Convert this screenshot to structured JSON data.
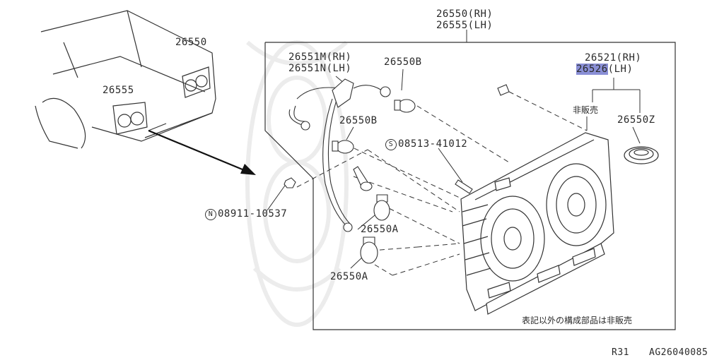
{
  "title": {
    "line1": "26550(RH)",
    "line2": "26555(LH)"
  },
  "car_labels": {
    "rh": "26550",
    "lh": "26555"
  },
  "parts": {
    "socket_rh": "26551M(RH)",
    "socket_lh": "26551N(LH)",
    "bulb_b_top": "26550B",
    "bulb_b_mid": "26550B",
    "lens_rh": "26521(RH)",
    "lens_lh_prefix": "2652",
    "lens_lh_highlight": "6",
    "lens_lh_suffix": "(LH)",
    "not_sold": "非販売",
    "packing": "26550Z",
    "screw_symbol": "S",
    "screw_number": "08513-41012",
    "nut_symbol": "N",
    "nut_number": "08911-10537",
    "bulb_a_upper": "26550A",
    "bulb_a_lower": "26550A"
  },
  "note": "表記以外の構成部品は非販売",
  "footer": {
    "model": "R31",
    "code": "AG26040085"
  },
  "colors": {
    "line": "#333333",
    "highlight": "#8a8fd6",
    "watermark": "#ececec"
  }
}
